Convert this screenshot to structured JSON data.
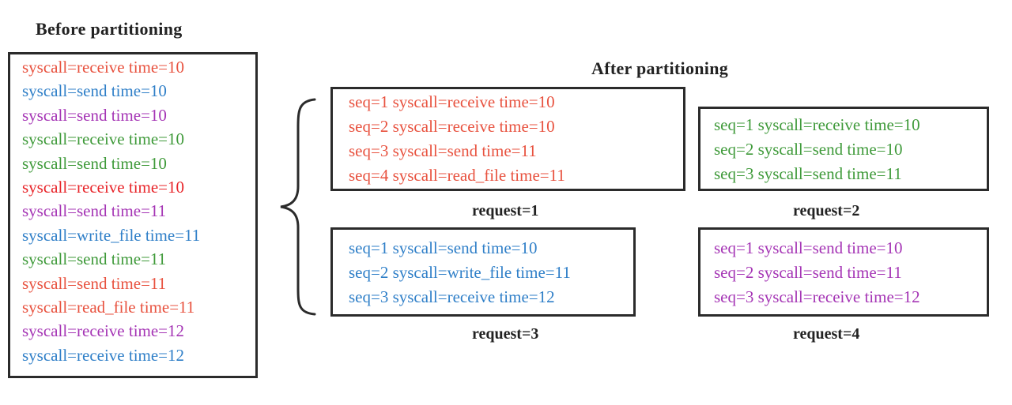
{
  "before": {
    "title": "Before partitioning",
    "lines": [
      {
        "text": "syscall=receive time=10",
        "color": "#e8523f"
      },
      {
        "text": "syscall=send time=10",
        "color": "#2f7fc8"
      },
      {
        "text": "syscall=send time=10",
        "color": "#a535b5"
      },
      {
        "text": "syscall=receive time=10",
        "color": "#3f9a3a"
      },
      {
        "text": "syscall=send time=10",
        "color": "#3f9a3a"
      },
      {
        "text": "syscall=receive time=10",
        "color": "#e8252a"
      },
      {
        "text": "syscall=send time=11",
        "color": "#a535b5"
      },
      {
        "text": "syscall=write_file time=11",
        "color": "#2f7fc8"
      },
      {
        "text": "syscall=send time=11",
        "color": "#3f9a3a"
      },
      {
        "text": "syscall=send time=11",
        "color": "#e8523f"
      },
      {
        "text": "syscall=read_file time=11",
        "color": "#e8523f"
      },
      {
        "text": "syscall=receive time=12",
        "color": "#a535b5"
      },
      {
        "text": "syscall=receive time=12",
        "color": "#2f7fc8"
      }
    ]
  },
  "after": {
    "title": "After partitioning",
    "requests": [
      {
        "label": "request=1",
        "color": "#e8523f",
        "lines": [
          "seq=1 syscall=receive time=10",
          "seq=2 syscall=receive time=10",
          "seq=3 syscall=send time=11",
          "seq=4 syscall=read_file time=11"
        ]
      },
      {
        "label": "request=2",
        "color": "#3f9a3a",
        "lines": [
          "seq=1 syscall=receive time=10",
          "seq=2 syscall=send time=10",
          "seq=3 syscall=send time=11"
        ]
      },
      {
        "label": "request=3",
        "color": "#2f7fc8",
        "lines": [
          "seq=1 syscall=send time=10",
          "seq=2 syscall=write_file time=11",
          "seq=3 syscall=receive time=12"
        ]
      },
      {
        "label": "request=4",
        "color": "#a535b5",
        "lines": [
          "seq=1 syscall=send time=10",
          "seq=2 syscall=send time=11",
          "seq=3 syscall=receive time=12"
        ]
      }
    ]
  }
}
